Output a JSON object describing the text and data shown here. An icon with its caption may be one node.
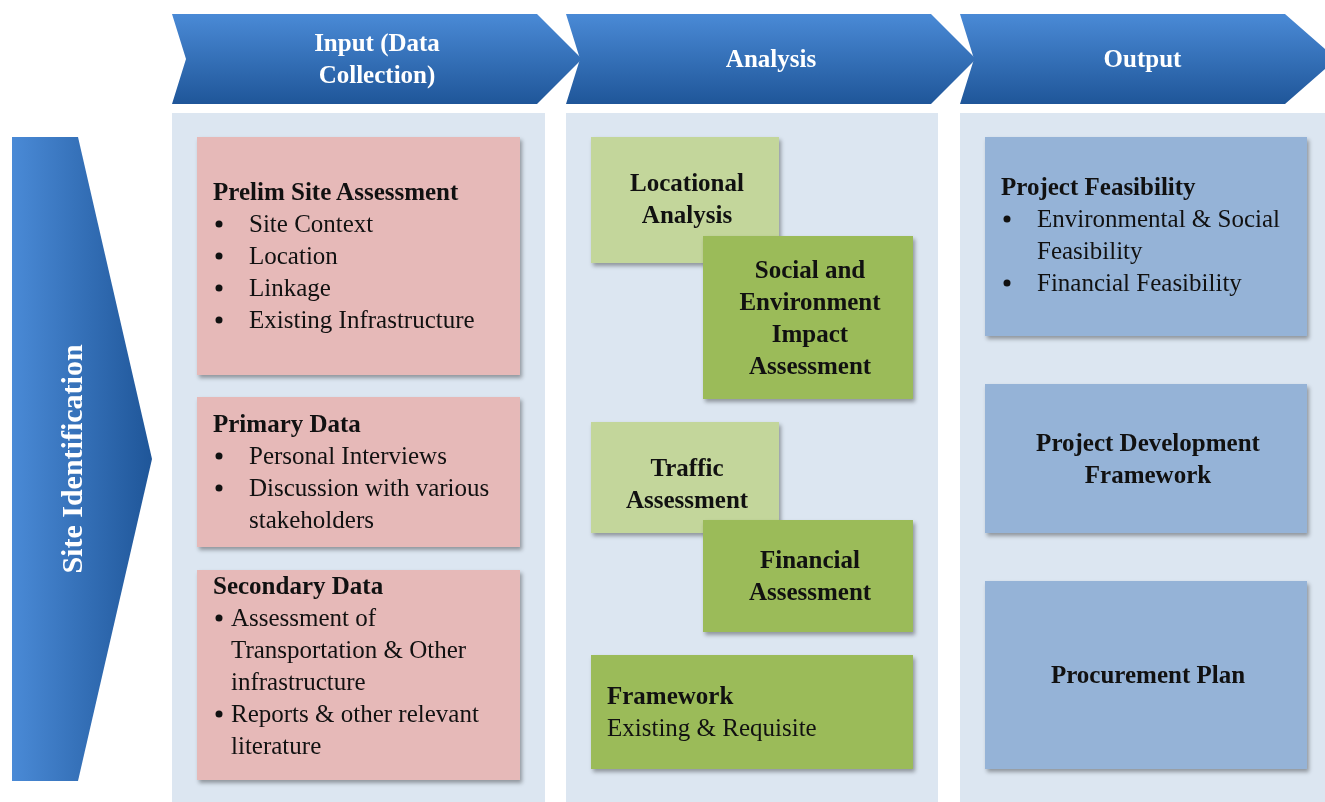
{
  "diagram": {
    "nodes": [
      {
        "text": [
          "Input (Data Collection)"
        ]
      },
      {
        "text": [
          "Analysis"
        ]
      },
      {
        "text": [
          "Output"
        ]
      },
      {
        "text": [
          "Site Identification"
        ]
      },
      {
        "text": [],
        "shape": "box"
      },
      {
        "text": [
          "Prelim Site Assessment",
          "Site Context",
          "Location",
          "Linkage",
          "Existing Infrastructure"
        ],
        "in": 4
      },
      {
        "text": [
          "Primary Data",
          "Personal Interviews",
          "Discussion with various stakeholders"
        ],
        "in": 4
      },
      {
        "text": [
          "Secondary Data",
          "Assessment of Transportation & Other infrastructure",
          "Reports & other relevant literature"
        ],
        "in": 4
      },
      {
        "text": [],
        "shape": "box"
      },
      {
        "text": [
          "Locational Analysis"
        ],
        "in": 8
      },
      {
        "text": [
          "Social and Environment Impact Assessment"
        ],
        "in": 8
      },
      {
        "text": [
          "Traffic Assessment"
        ],
        "in": 8
      },
      {
        "text": [
          "Financial Assessment"
        ],
        "in": 8
      },
      {
        "text": [
          "Framework",
          "Existing & Requisite"
        ],
        "in": 8
      },
      {
        "text": [],
        "shape": "box"
      },
      {
        "text": [
          "Project Feasibility",
          "Environmental & Social Feasibility",
          "Financial Feasibility"
        ],
        "in": 14
      },
      {
        "text": [
          "Project Development Framework"
        ],
        "in": 14
      },
      {
        "text": [
          "Procurement Plan"
        ],
        "in": 14
      }
    ]
  }
}
